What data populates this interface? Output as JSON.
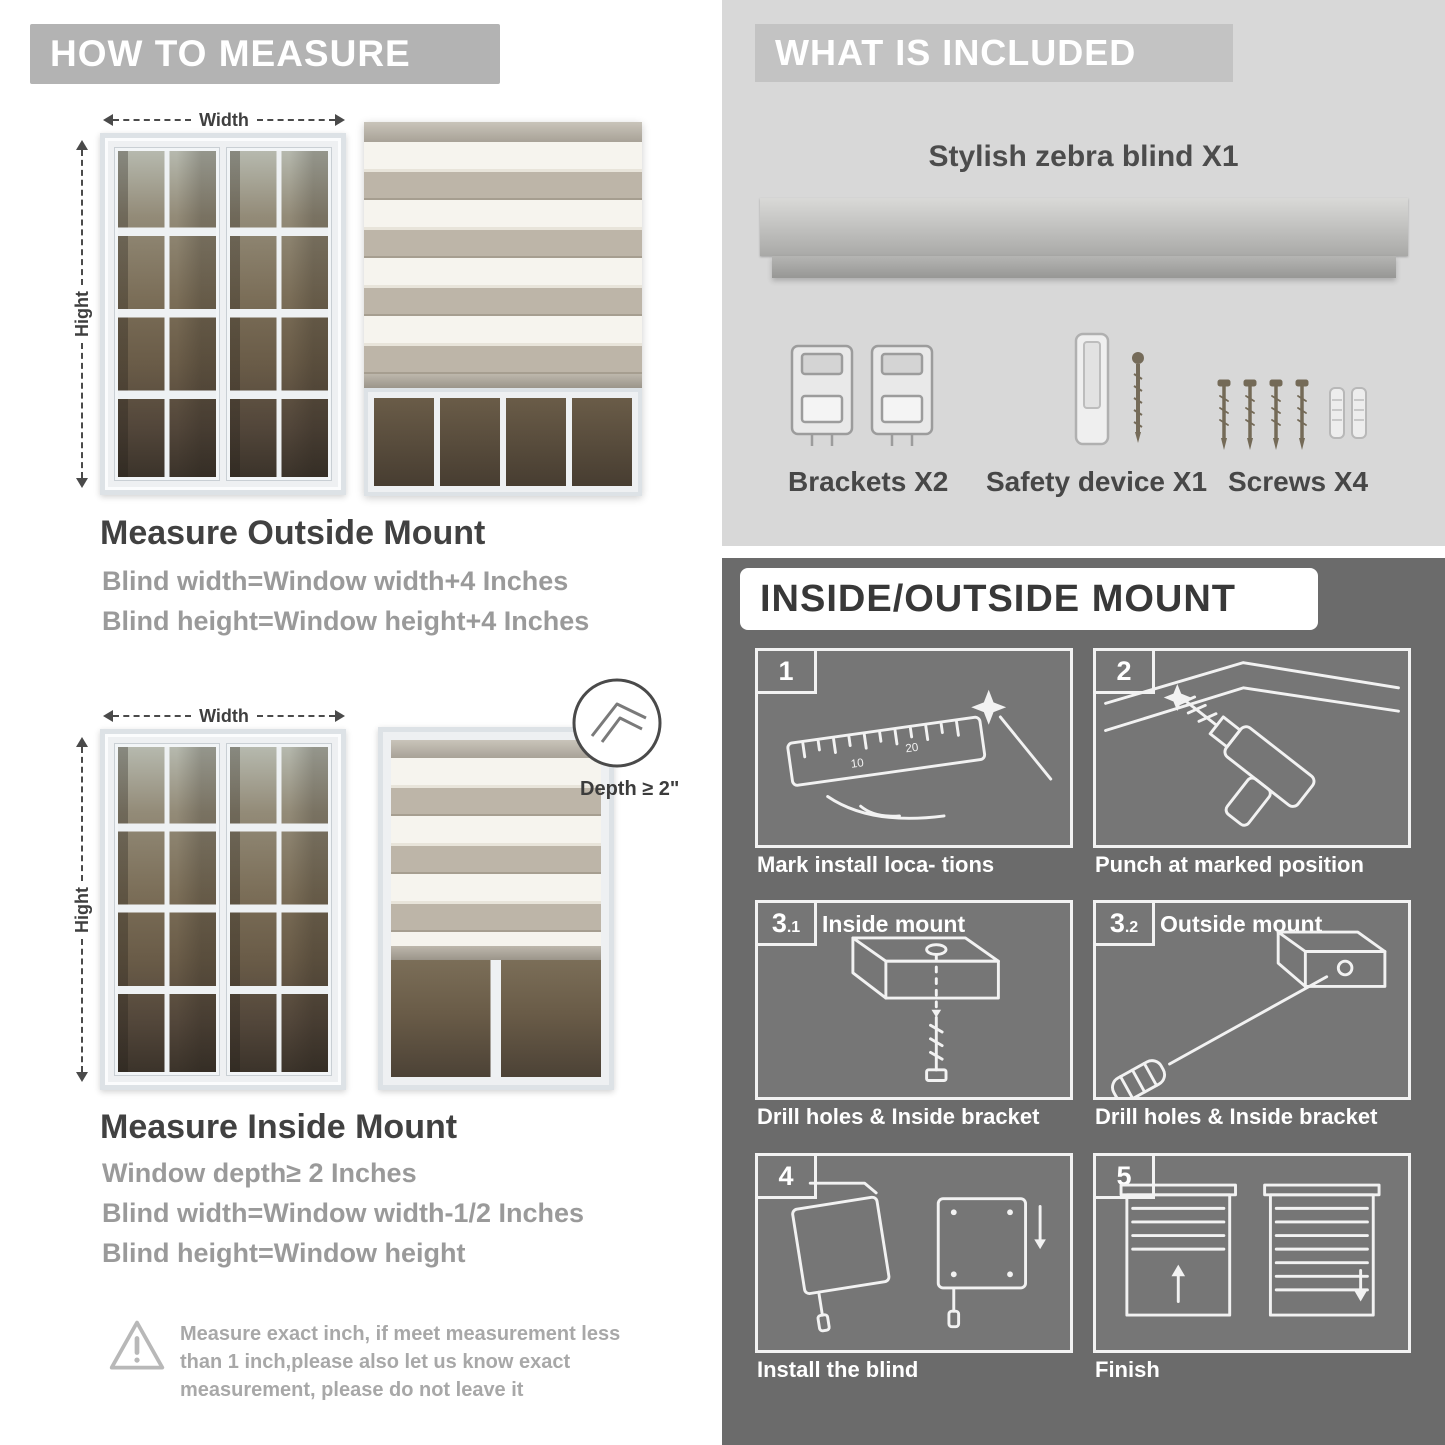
{
  "colors": {
    "banner_gray": "#b3b3b3",
    "included_banner": "#c3c3c3",
    "panel_light": "#d8d8d8",
    "panel_dark": "#6b6b6b",
    "heading_dark": "#414141",
    "body_gray": "#9a9a9a"
  },
  "measure": {
    "header": "HOW TO MEASURE",
    "outside": {
      "width_label": "Width",
      "height_label": "Hight",
      "title": "Measure Outside Mount",
      "lines": [
        "Blind width=Window width+4 Inches",
        "Blind height=Window height+4 Inches"
      ]
    },
    "inside": {
      "width_label": "Width",
      "height_label": "Hight",
      "depth_label": "Depth ≥ 2\"",
      "title": "Measure Inside Mount",
      "lines": [
        "Window depth≥ 2 Inches",
        "Blind width=Window width-1/2 Inches",
        "Blind height=Window height"
      ]
    },
    "warning_text": "Measure exact inch, if meet measurement less than 1 inch,please also let us know exact measurement, please do not leave it"
  },
  "included": {
    "header": "WHAT IS INCLUDED",
    "product_title": "Stylish zebra blind X1",
    "items": [
      {
        "icon": "brackets-icon",
        "label": "Brackets X2"
      },
      {
        "icon": "safety-device-icon",
        "label": "Safety device X1"
      },
      {
        "icon": "screws-icon",
        "label": "Screws X4"
      }
    ]
  },
  "mount": {
    "header": "INSIDE/OUTSIDE MOUNT",
    "steps": [
      {
        "num": "1",
        "sub": "",
        "label": "",
        "caption": "Mark install loca- tions"
      },
      {
        "num": "2",
        "sub": "",
        "label": "",
        "caption": "Punch at marked position"
      },
      {
        "num": "3",
        "sub": ".1",
        "label": "Inside mount",
        "caption": "Drill holes & Inside bracket"
      },
      {
        "num": "3",
        "sub": ".2",
        "label": "Outside mount",
        "caption": "Drill holes & Inside bracket"
      },
      {
        "num": "4",
        "sub": "",
        "label": "",
        "caption": "Install the blind"
      },
      {
        "num": "5",
        "sub": "",
        "label": "",
        "caption": "Finish"
      }
    ]
  }
}
